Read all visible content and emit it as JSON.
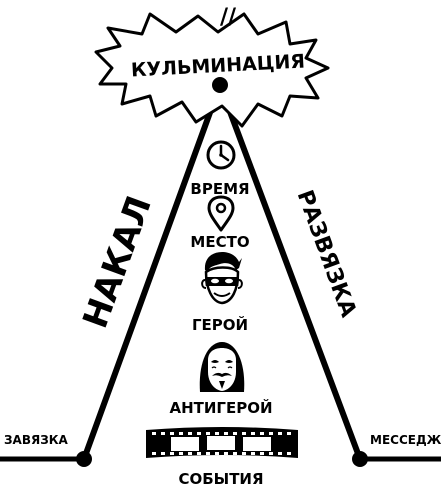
{
  "diagram": {
    "title_mark": "//",
    "climax": "КУЛЬМИНАЦИЯ",
    "rising_action": "НАКАЛ",
    "falling_action": "РАЗВЯЗКА",
    "exposition": "ЗАВЯЗКА",
    "message": "МЕССЕДЖ",
    "elements": [
      {
        "label": "ВРЕМЯ",
        "icon": "clock-icon"
      },
      {
        "label": "МЕСТО",
        "icon": "location-pin-icon"
      },
      {
        "label": "ГЕРОЙ",
        "icon": "hero-mask-icon"
      },
      {
        "label": "АНТИГЕРОЙ",
        "icon": "anonymous-mask-icon"
      },
      {
        "label": "СОБЫТИЯ",
        "icon": "film-strip-icon"
      }
    ]
  }
}
